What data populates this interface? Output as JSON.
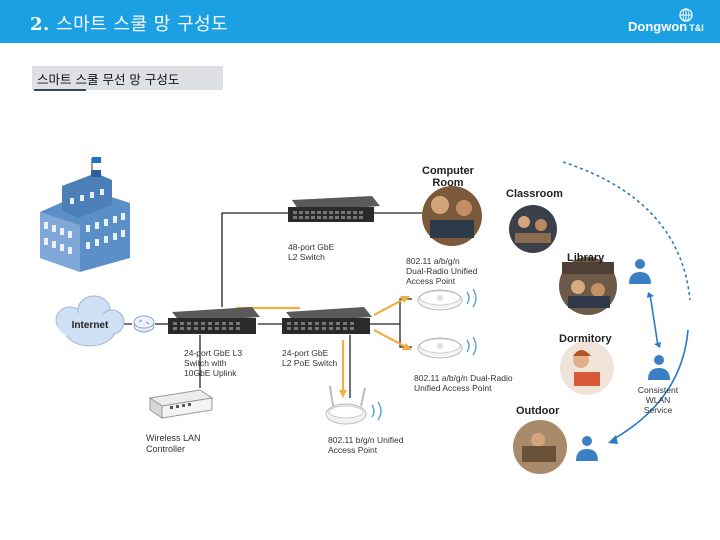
{
  "header": {
    "number": "2.",
    "title": "스마트 스쿨 망 구성도",
    "logo_main": "Dongwon",
    "logo_sub": "T&I"
  },
  "subtitle": "스마트 스쿨 무선 망 구성도",
  "nodes": {
    "internet": "Internet",
    "switch48": [
      "48-port GbE",
      "L2 Switch"
    ],
    "switch24l3": [
      "24-port GbE L3",
      "Switch with",
      "10GbE Uplink"
    ],
    "switch24poe": [
      "24-port GbE",
      "L2 PoE Switch"
    ],
    "wlc": [
      "Wireless LAN",
      "Controller"
    ],
    "ap_top": [
      "802.11 a/b/g/n",
      "Dual-Radio Unified",
      "Access Point"
    ],
    "ap_mid": [
      "802.11 a/b/g/n Dual-Radio",
      "Unified Access Point"
    ],
    "ap_bottom": [
      "802.11 b/g/n Unified",
      "Access Point"
    ],
    "wlan": [
      "Consistent",
      "WLAN",
      "Service"
    ]
  },
  "locations": {
    "computer_room": [
      "Computer",
      "Room"
    ],
    "classroom": "Classroom",
    "library": "Library",
    "dormitory": "Dormitory",
    "outdoor": "Outdoor"
  },
  "colors": {
    "header": "#1aa0e3",
    "arrow": "#f0b040",
    "people": "#3b7fc4",
    "ring": "#2b7bc4",
    "cloud": "#cfe0f4"
  }
}
